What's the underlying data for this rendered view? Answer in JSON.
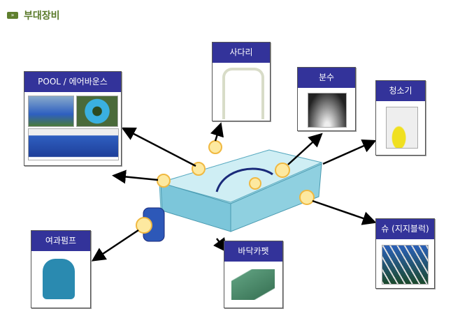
{
  "title": "부대장비",
  "items": {
    "pool": "POOL / 에어바운스",
    "ladder": "사다리",
    "fountain": "분수",
    "cleaner": "청소기",
    "shoe": "슈 (지지블럭)",
    "carpet": "바닥카펫",
    "pump": "여과펌프"
  },
  "colors": {
    "header": "#33339a",
    "title": "#5a7a2a",
    "marker": "#fde9a0"
  }
}
